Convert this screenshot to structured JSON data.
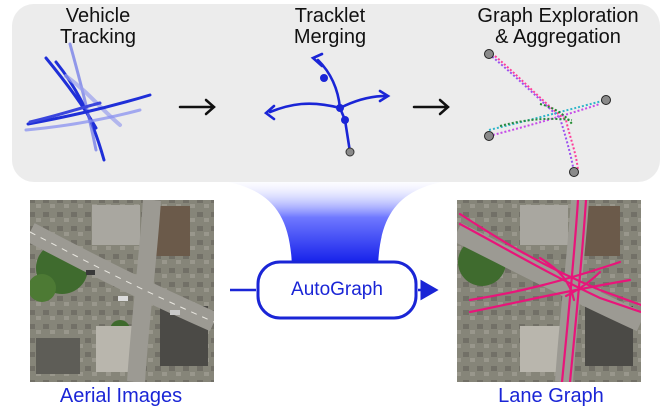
{
  "stages": [
    {
      "title": "Vehicle\nTracking"
    },
    {
      "title": "Tracklet\nMerging"
    },
    {
      "title": "Graph Exploration\n& Aggregation"
    }
  ],
  "method": {
    "name": "AutoGraph"
  },
  "input": {
    "label": "Aerial Images"
  },
  "output": {
    "label": "Lane Graph"
  },
  "colors": {
    "accent": "#1a25d6",
    "panel": "#ececec",
    "lane": "#e8157a",
    "node": "#8a8a8a"
  },
  "icons": [
    "right-arrow-icon",
    "funnel-gradient"
  ]
}
